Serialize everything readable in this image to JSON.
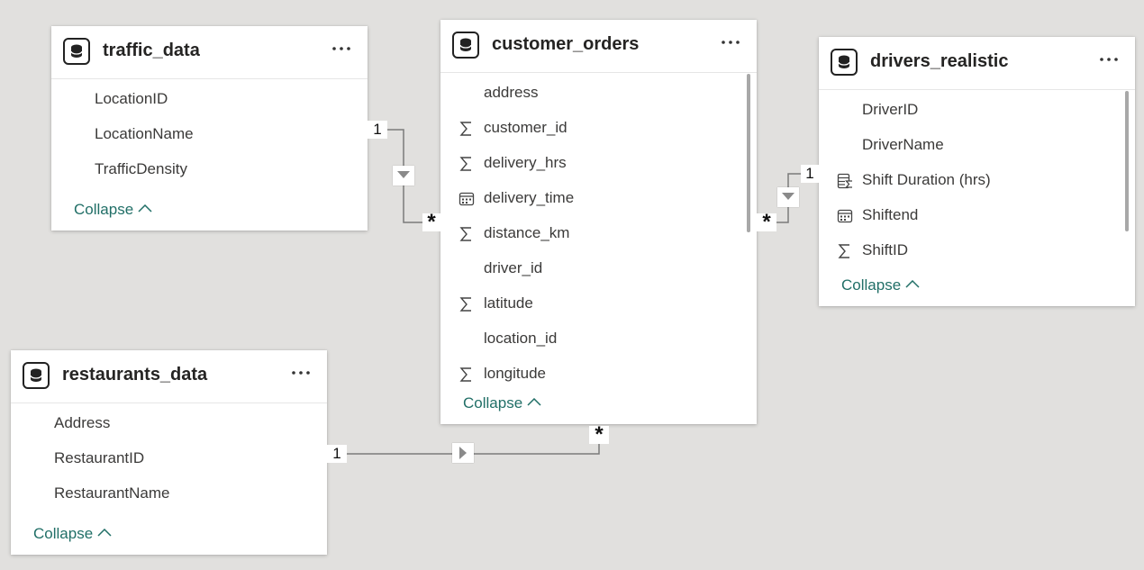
{
  "tables": {
    "traffic_data": {
      "title": "traffic_data",
      "fields": [
        "LocationID",
        "LocationName",
        "TrafficDensity"
      ],
      "collapse": "Collapse"
    },
    "customer_orders": {
      "title": "customer_orders",
      "fields": [
        "address",
        "customer_id",
        "delivery_hrs",
        "delivery_time",
        "distance_km",
        "driver_id",
        "latitude",
        "location_id",
        "longitude"
      ],
      "field_icons": [
        "none",
        "sigma-icon",
        "sigma-icon",
        "calendar-icon",
        "sigma-icon",
        "none",
        "sigma-icon",
        "none",
        "sigma-icon"
      ],
      "collapse": "Collapse"
    },
    "drivers_realistic": {
      "title": "drivers_realistic",
      "fields": [
        "DriverID",
        "DriverName",
        "Shift Duration (hrs)",
        "Shiftend",
        "ShiftID"
      ],
      "field_icons": [
        "none",
        "none",
        "calculated-column-icon",
        "calendar-icon",
        "sigma-icon"
      ],
      "collapse": "Collapse"
    },
    "restaurants_data": {
      "title": "restaurants_data",
      "fields": [
        "Address",
        "RestaurantID",
        "RestaurantName"
      ],
      "collapse": "Collapse"
    }
  },
  "relationships": {
    "traffic_to_orders": {
      "one": "1",
      "many": "*"
    },
    "drivers_to_orders": {
      "one": "1",
      "many": "*"
    },
    "restaurants_to_orders": {
      "one": "1",
      "many": "*"
    }
  },
  "colors": {
    "canvas": "#e1e0de",
    "collapse_link": "#216f67",
    "line": "#7a7a7a"
  }
}
